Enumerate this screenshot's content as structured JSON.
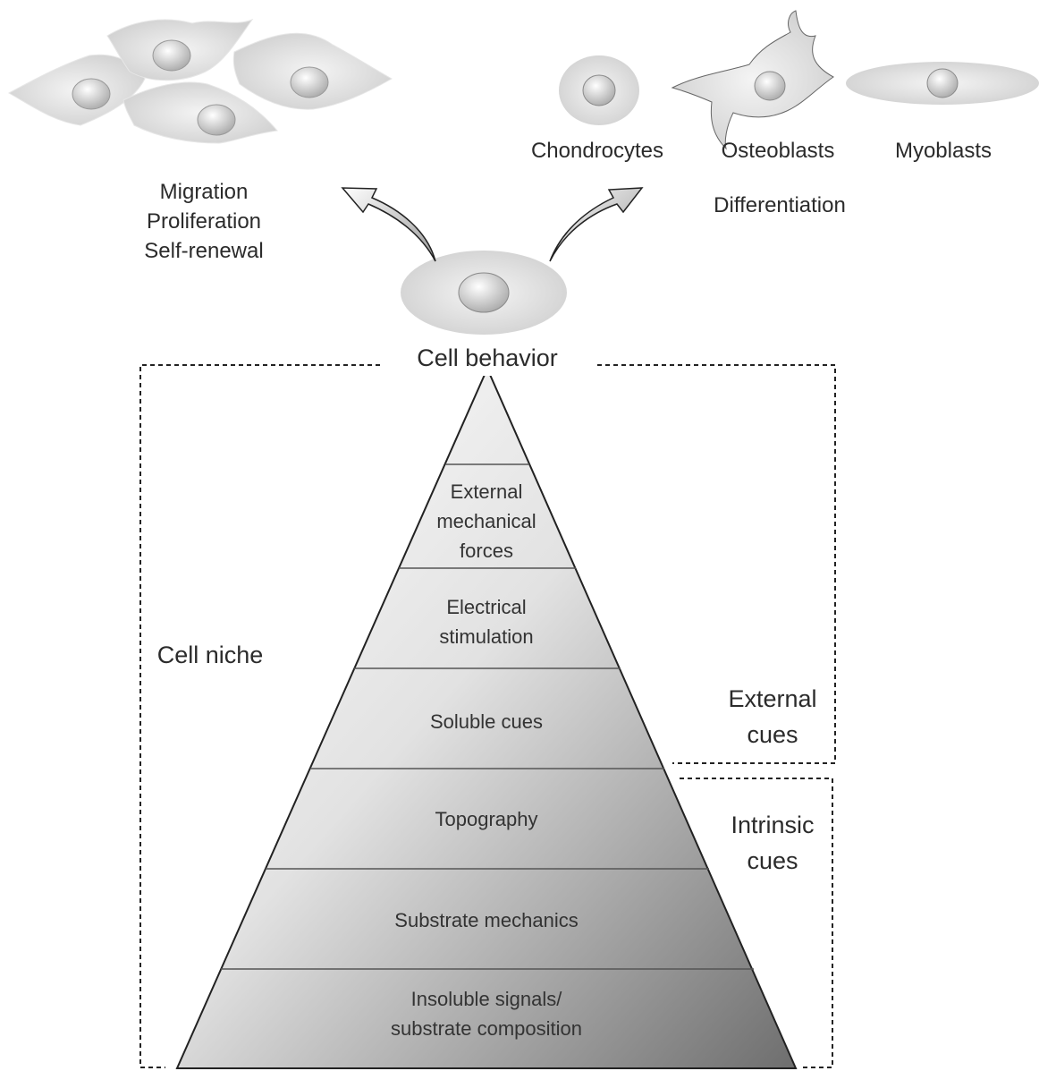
{
  "top_left": {
    "lines": "Migration\nProliferation\nSelf-renewal"
  },
  "top_right": {
    "cell_types": [
      "Chondrocytes",
      "Osteoblasts",
      "Myoblasts"
    ],
    "caption": "Differentiation"
  },
  "center_label": "Cell behavior",
  "side_labels": {
    "niche": "Cell niche",
    "external": "External\ncues",
    "intrinsic": "Intrinsic\ncues"
  },
  "pyramid_tiers": [
    "External\nmechanical\nforces",
    "Electrical\nstimulation",
    "Soluble cues",
    "Topography",
    "Substrate mechanics",
    "Insoluble signals/\nsubstrate composition"
  ],
  "colors": {
    "gradient_light": "#ffffff",
    "gradient_dark": "#6e6e6e",
    "cell_fill": "#dcdcdc",
    "outline": "#222222"
  }
}
